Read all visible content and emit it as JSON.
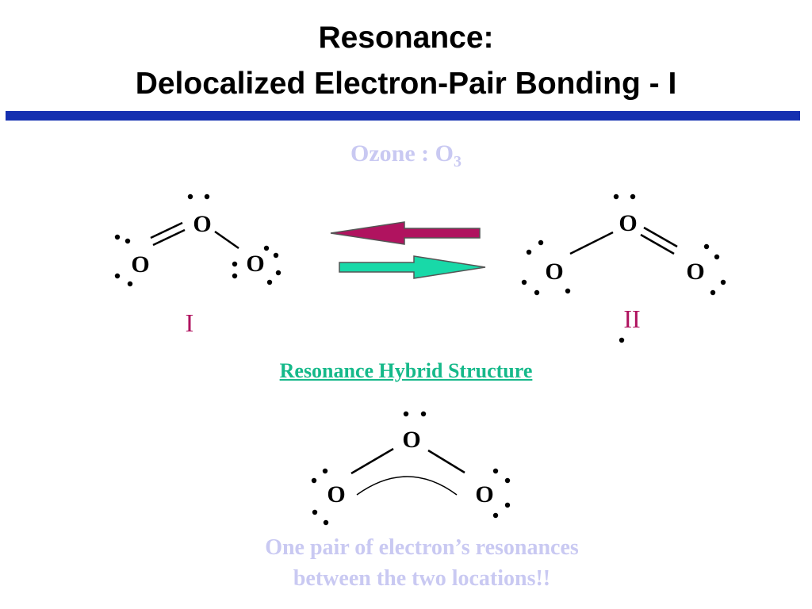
{
  "slide": {
    "title_line1": "Resonance:",
    "title_line2": "Delocalized Electron-Pair Bonding - I",
    "subtitle_text": "Ozone  :  O",
    "subtitle_subscript": "3",
    "atom_symbol": "O",
    "structure_1_label": "I",
    "structure_2_label": "II",
    "hybrid_label": "Resonance Hybrid Structure",
    "note_line1": "One pair of electron’s resonances",
    "note_line2": "between the two locations!!"
  },
  "colors": {
    "title": "#000000",
    "rule": "#1530b0",
    "subtitle": "#c9c9f2",
    "arrow_back": "#b0135f",
    "arrow_forward": "#18d9a8",
    "label": "#b0135f",
    "hybrid_label": "#16b98a",
    "note": "#c9c9f2"
  }
}
